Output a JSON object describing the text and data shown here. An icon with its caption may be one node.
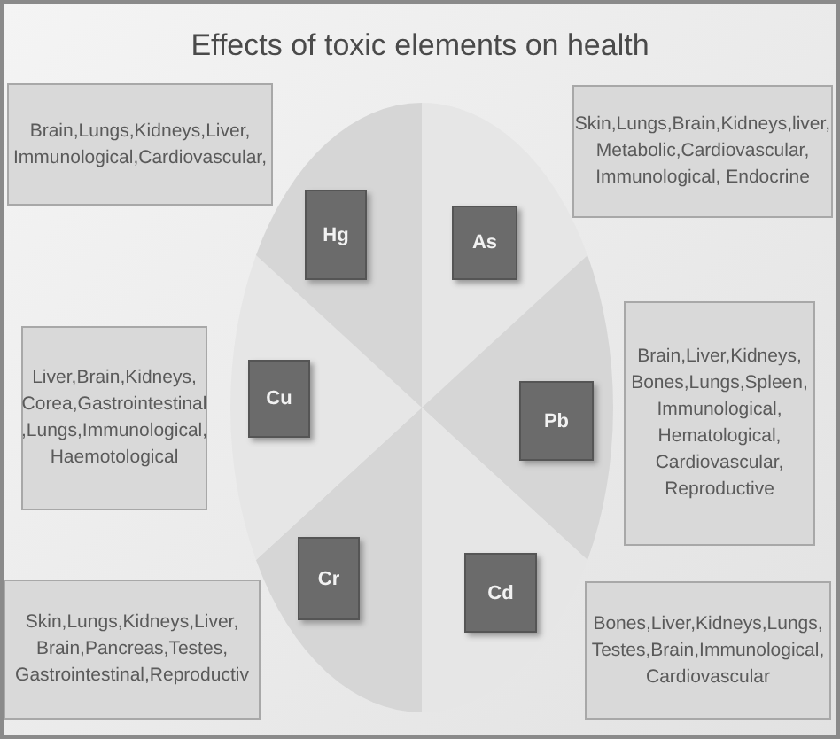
{
  "diagram": {
    "title": "Effects of toxic elements on health",
    "nodes": [
      {
        "text": [
          "Brain,Lungs,Kidneys,Liver, Immunological,Cardiovascular,"
        ]
      },
      {
        "text": [
          "Skin,Lungs,Brain,Kidneys,liver, Metabolic,Cardiovascular, Immunological, Endocrine"
        ]
      },
      {
        "text": [
          "Hg"
        ]
      },
      {
        "text": [
          "As"
        ]
      },
      {
        "text": [
          "Liver,Brain,Kidneys, Corea,Gastrointestinal ,Lungs,Immunological, Haemotological"
        ]
      },
      {
        "text": [
          "Cu"
        ]
      },
      {
        "text": [
          "Pb"
        ]
      },
      {
        "text": [
          "Brain,Liver,Kidneys, Bones,Lungs,Spleen, Immunological, Hematological, Cardiovascular, Reproductive"
        ]
      },
      {
        "text": [
          "Skin,Lungs,Kidneys,Liver, Brain,Pancreas,Testes, Gastrointestinal,Reproductiv"
        ]
      },
      {
        "text": [
          "Cr"
        ]
      },
      {
        "text": [
          "Cd"
        ]
      },
      {
        "text": [
          "Bones,Liver,Kidneys,Lungs, Testes,Brain,Immunological, Cardiovascular"
        ]
      }
    ]
  }
}
